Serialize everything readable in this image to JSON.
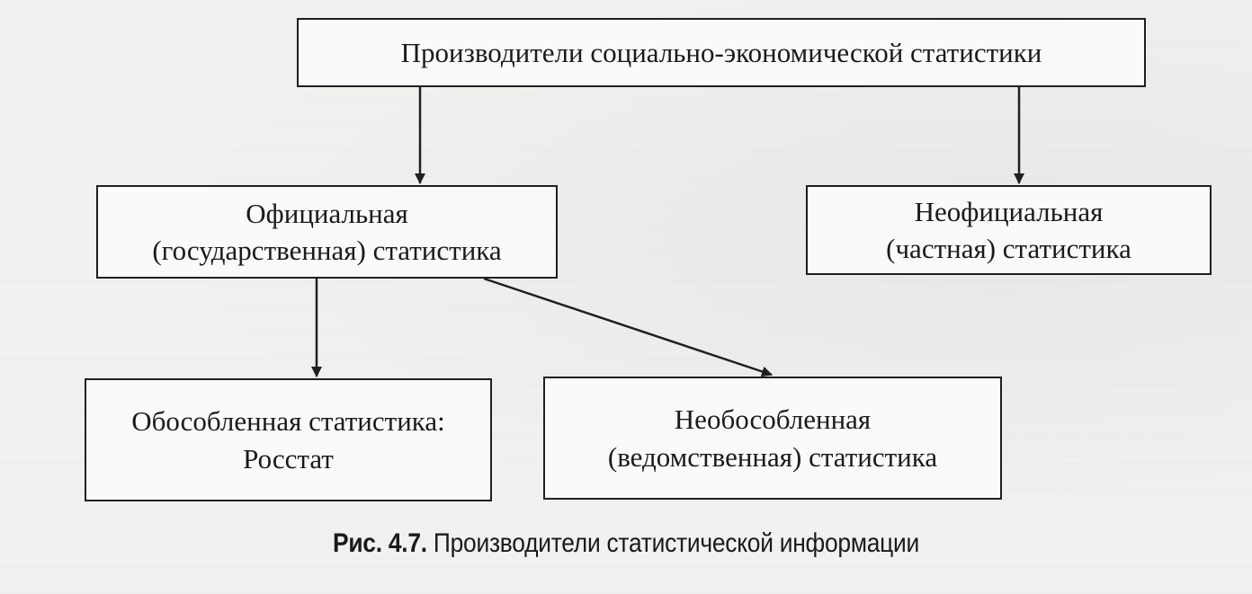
{
  "diagram": {
    "nodes": {
      "root": {
        "lines": [
          "Производители социально-экономической статистики"
        ]
      },
      "official": {
        "lines": [
          "Официальная",
          "(государственная) статистика"
        ]
      },
      "unofficial": {
        "lines": [
          "Неофициальная",
          "(частная) статистика"
        ]
      },
      "separate": {
        "lines": [
          "Обособленная статистика:",
          "Росстат"
        ]
      },
      "nonseparate": {
        "lines": [
          "Необособленная",
          "(ведомственная) статистика"
        ]
      }
    },
    "edges": [
      {
        "from": "root",
        "to": "official"
      },
      {
        "from": "root",
        "to": "unofficial"
      },
      {
        "from": "official",
        "to": "separate"
      },
      {
        "from": "official",
        "to": "nonseparate"
      }
    ]
  },
  "caption": {
    "number": "Рис. 4.7.",
    "text": " Производители статистической информации"
  },
  "colors": {
    "line": "#1f1f1f",
    "background": "#f1f1ef"
  }
}
